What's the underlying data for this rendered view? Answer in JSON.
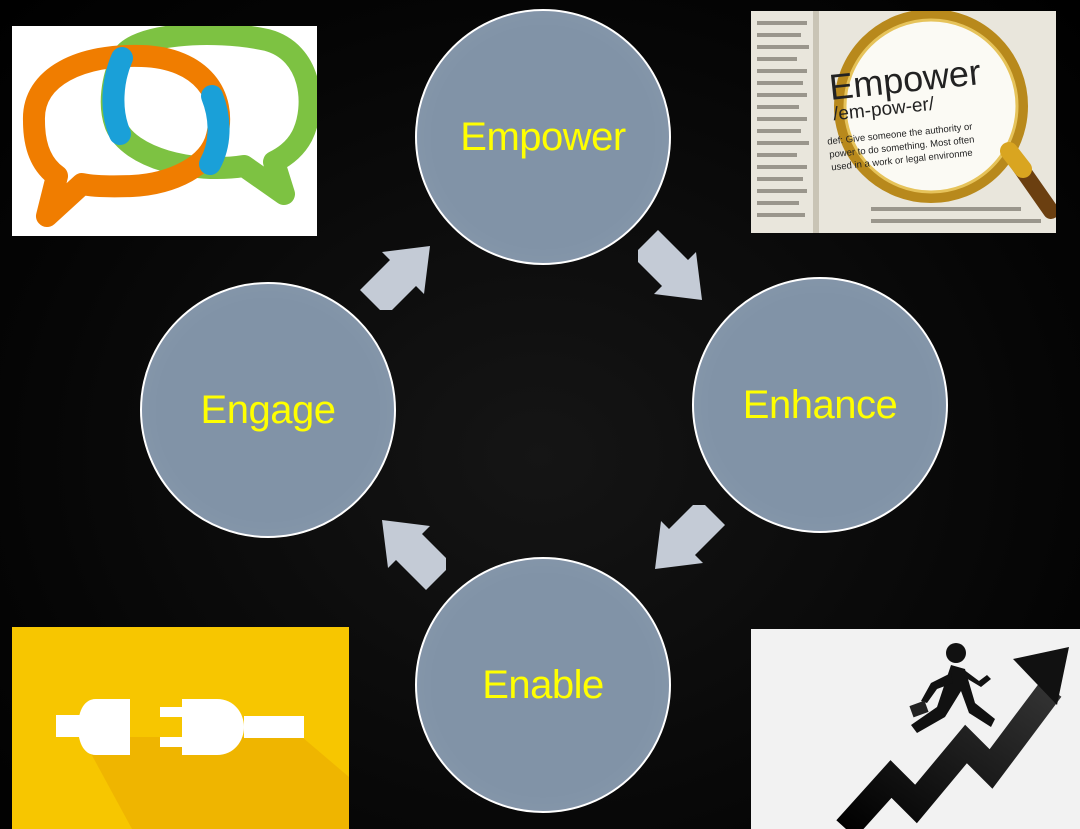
{
  "diagram": {
    "type": "cycle",
    "colors": {
      "node_fill": "#8193a7",
      "node_border": "#ffffff",
      "label_text": "#ffff00",
      "arrow_fill": "#c4cbd6",
      "background": "#000000"
    },
    "nodes": [
      {
        "id": "empower",
        "label": "Empower"
      },
      {
        "id": "enhance",
        "label": "Enhance"
      },
      {
        "id": "enable",
        "label": "Enable"
      },
      {
        "id": "engage",
        "label": "Engage"
      }
    ],
    "flow": [
      "Empower",
      "Enhance",
      "Enable",
      "Engage",
      "Empower"
    ]
  },
  "images": {
    "chat_icon": {
      "icon": "speech-bubbles-icon",
      "colors": [
        "#f07d00",
        "#1aa0d8",
        "#7dc242"
      ]
    },
    "definition": {
      "icon": "magnifying-glass-icon",
      "word": "Empower",
      "pronunciation": "/em-pow-er/",
      "definition_lines": [
        "def: Give someone the authority or",
        "power to do something. Most often",
        "used in a work or legal environme"
      ]
    },
    "plug_icon": {
      "icon": "plug-socket-icon",
      "color": "#f7c600"
    },
    "runner_icon": {
      "icon": "running-man-rising-arrow-icon"
    }
  }
}
